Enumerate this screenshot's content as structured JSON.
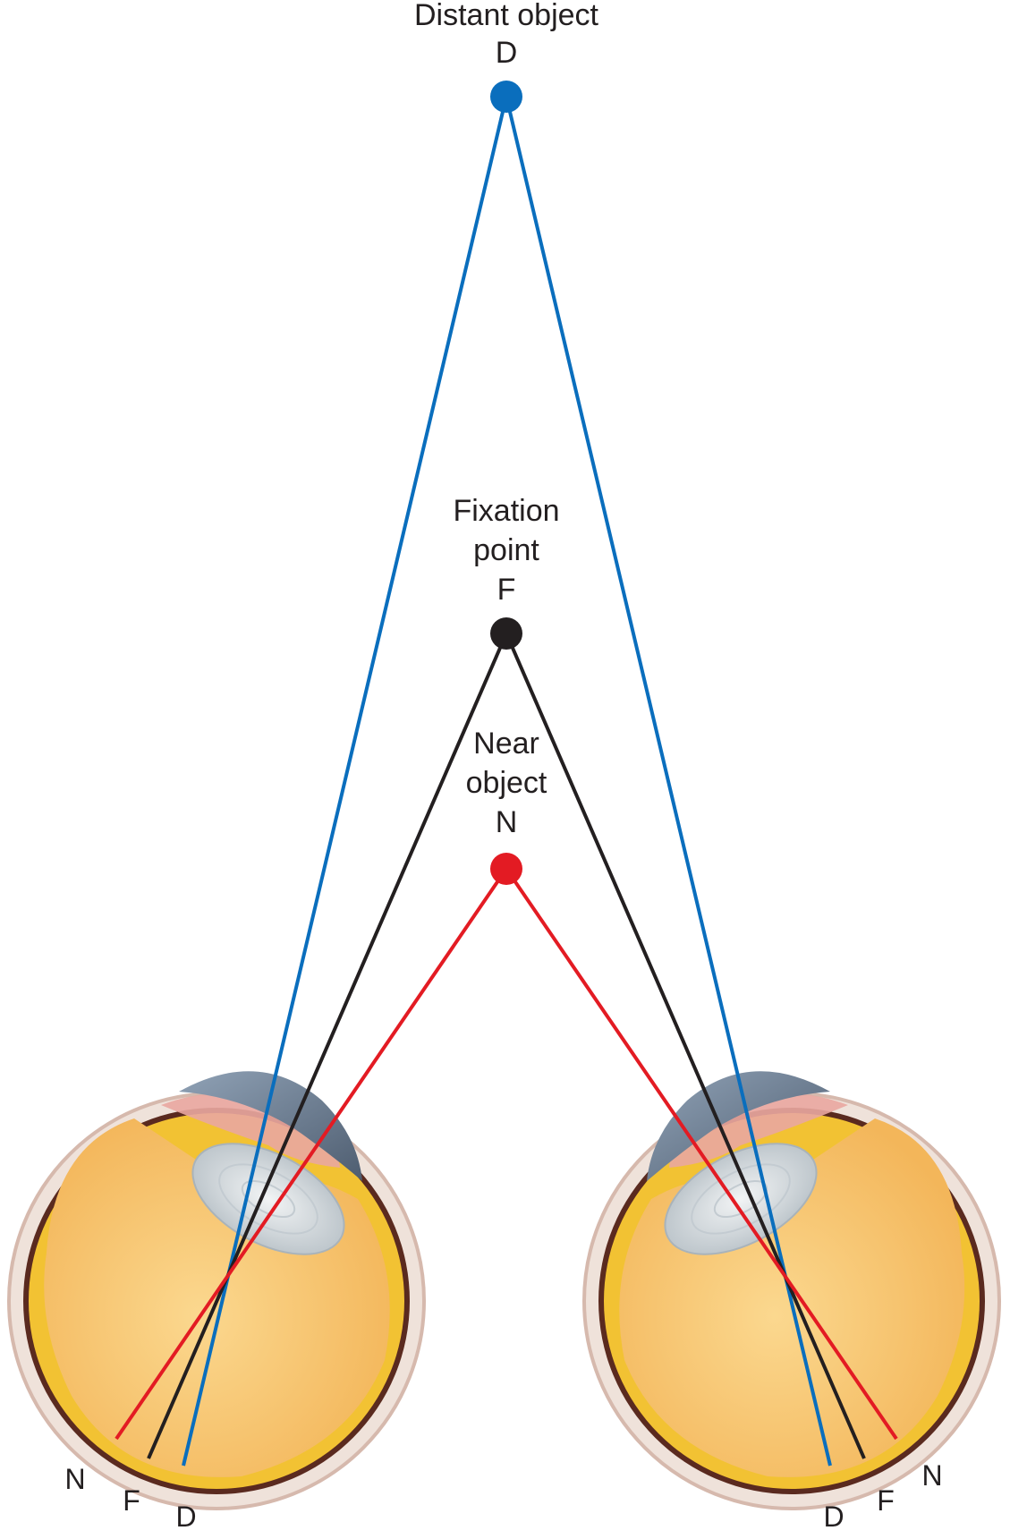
{
  "objects": {
    "distant": {
      "label": "Distant object",
      "letter": "D",
      "color": "#0a6ebd"
    },
    "fixation": {
      "label_line1": "Fixation",
      "label_line2": "point",
      "letter": "F",
      "color": "#231f20"
    },
    "near": {
      "label_line1": "Near",
      "label_line2": "object",
      "letter": "N",
      "color": "#e31b23"
    }
  },
  "retina_labels": {
    "left_eye": {
      "near": "N",
      "fixation": "F",
      "distant": "D"
    },
    "right_eye": {
      "distant": "D",
      "fixation": "F",
      "near": "N"
    }
  },
  "colors": {
    "sclera": "#e9d8cf",
    "choroid": "#5a2a1f",
    "retina": "#f2c233",
    "vitreous": "#f7c46b",
    "lens": "#cfd6da",
    "cornea": "#6d7e93",
    "ciliary": "#e9a7a0"
  },
  "icons": {
    "left_eye": "eyeball-cross-section-icon",
    "right_eye": "eyeball-cross-section-icon"
  }
}
